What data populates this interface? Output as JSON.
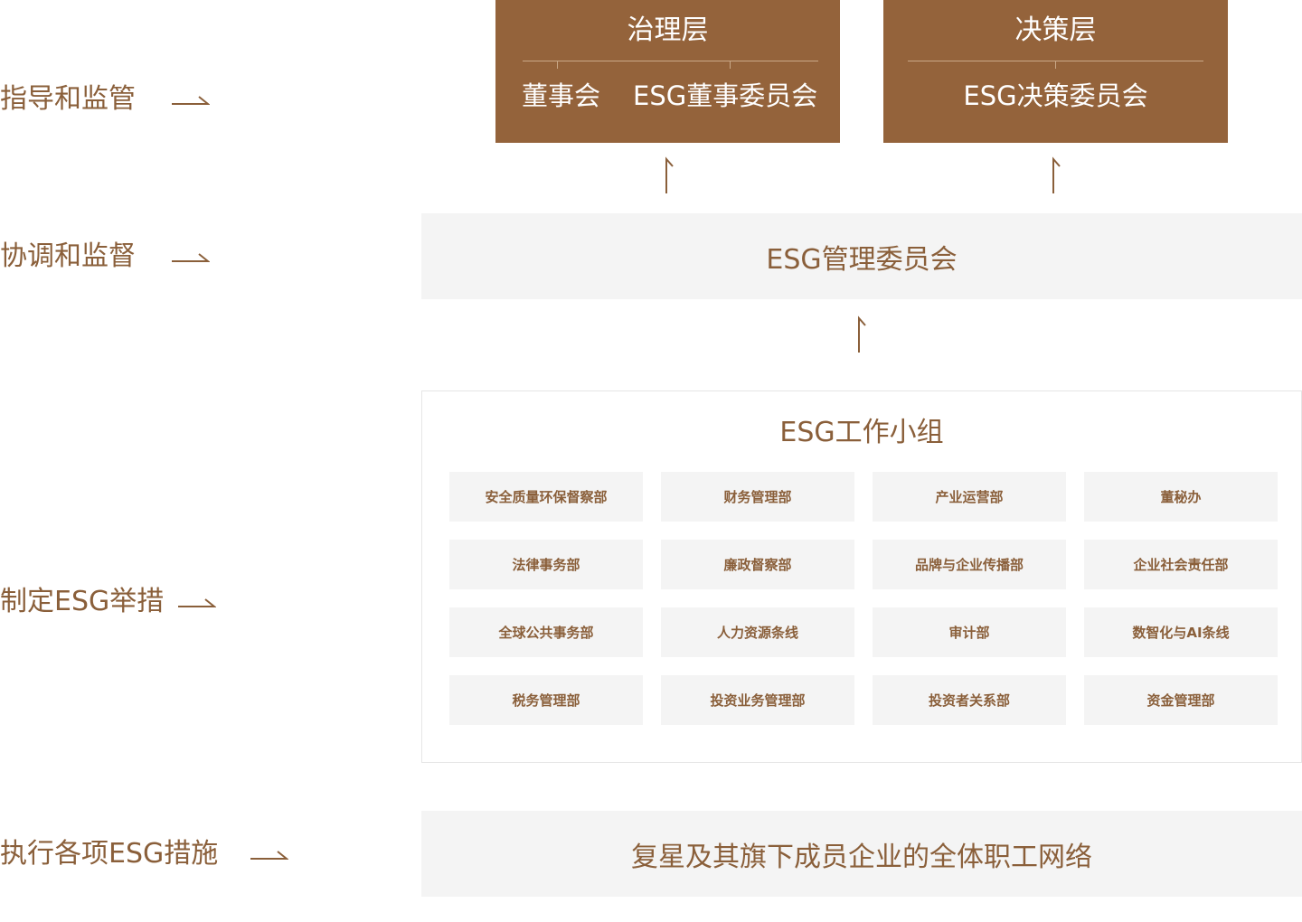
{
  "rows": {
    "guide": "指导和监管",
    "coordinate": "协调和监督",
    "formulate": "制定ESG举措",
    "execute": "执行各项ESG措施"
  },
  "governance": {
    "title": "治理层",
    "items": [
      "董事会",
      "ESG董事委员会"
    ]
  },
  "decision": {
    "title": "决策层",
    "items": [
      "ESG决策委员会"
    ]
  },
  "management_committee": "ESG管理委员会",
  "working_group": {
    "title": "ESG工作小组",
    "departments": [
      "安全质量环保督察部",
      "财务管理部",
      "产业运营部",
      "董秘办",
      "法律事务部",
      "廉政督察部",
      "品牌与企业传播部",
      "企业社会责任部",
      "全球公共事务部",
      "人力资源条线",
      "审计部",
      "数智化与AI条线",
      "税务管理部",
      "投资业务管理部",
      "投资者关系部",
      "资金管理部"
    ]
  },
  "network": "复星及其旗下成员企业的全体职工网络",
  "colors": {
    "brown": "#94633b",
    "text": "#8a5f3a",
    "grey": "#f4f4f4"
  }
}
